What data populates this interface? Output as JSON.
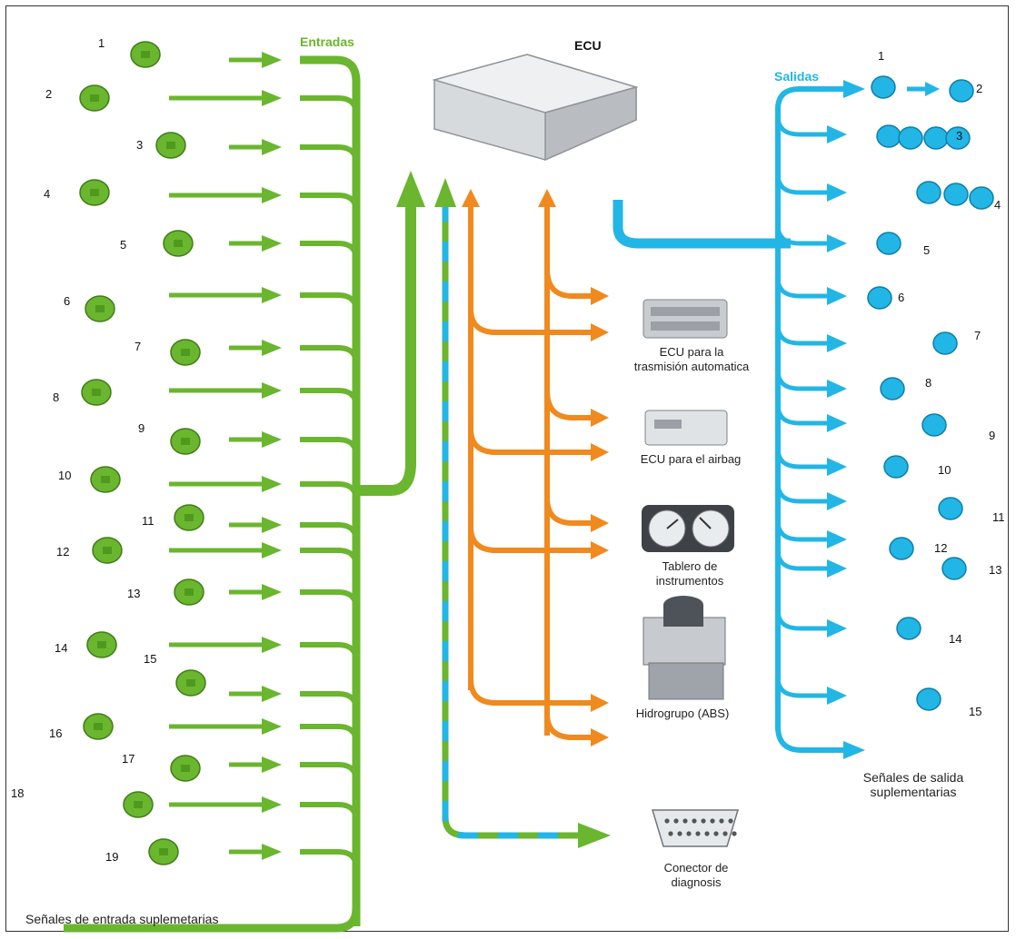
{
  "titles": {
    "inputs": "Entradas",
    "outputs": "Salidas",
    "ecu": "ECU"
  },
  "captions": {
    "inputs_footer": "Señales de entrada suplemetarias",
    "outputs_footer": "Señales de salida suplementarias",
    "ecu_transmission": "ECU para la trasmisión automatica",
    "ecu_airbag": "ECU para el airbag",
    "dashboard": "Tablero de instrumentos",
    "abs": "Hidrogrupo (ABS)",
    "diag": "Conector de diagnosis"
  },
  "input_numbers": [
    "1",
    "2",
    "3",
    "4",
    "5",
    "6",
    "7",
    "8",
    "9",
    "10",
    "11",
    "12",
    "13",
    "14",
    "15",
    "16",
    "17",
    "18",
    "19"
  ],
  "output_numbers": [
    "1",
    "2",
    "3",
    "4",
    "5",
    "6",
    "7",
    "8",
    "9",
    "10",
    "11",
    "12",
    "13",
    "14",
    "15"
  ],
  "colors": {
    "green": "#6ab62e",
    "blue": "#22b6e6",
    "orange": "#f08a1e",
    "gray": "#a9adb2"
  },
  "icons": {
    "inputs": "sensor-icon",
    "outputs": "actuator-icon",
    "ecu": "ecu-module-icon"
  }
}
